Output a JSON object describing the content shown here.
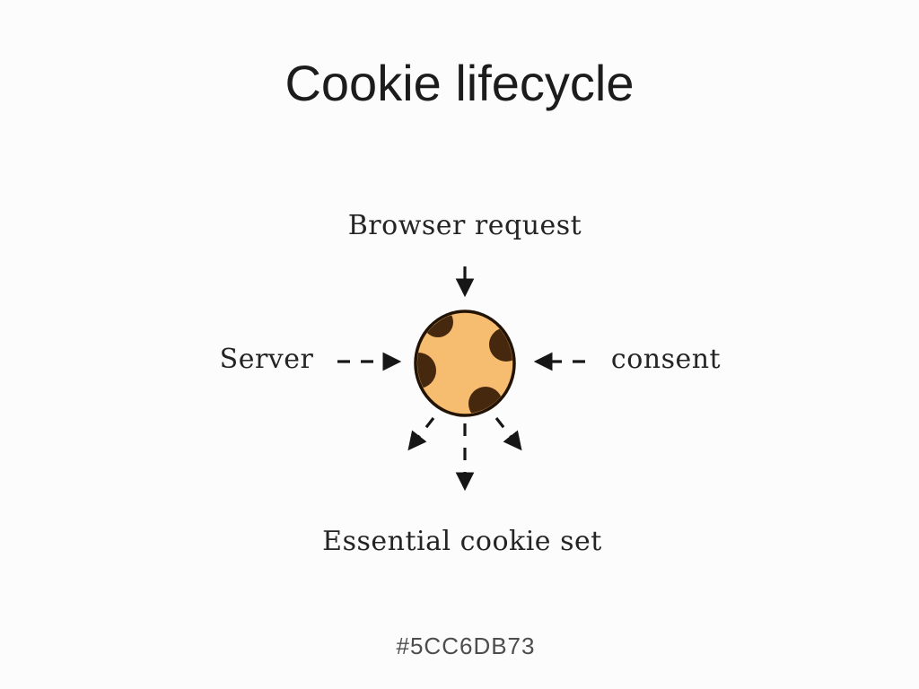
{
  "title": "Cookie lifecycle",
  "nodes": {
    "top": "Browser request",
    "left": "Server",
    "right": "consent",
    "bottom": "Essential cookie set"
  },
  "footer": "#5CC6DB73",
  "icons": {
    "center": "cookie-icon"
  },
  "colors": {
    "background": "#fcfcfc",
    "title_text": "#1c1c1c",
    "label_text": "#242424",
    "footer_text": "#4d4d4d",
    "arrow": "#161616",
    "cookie_body": "#f6bc6f",
    "cookie_chip": "#45280e",
    "cookie_outline": "#221305"
  }
}
